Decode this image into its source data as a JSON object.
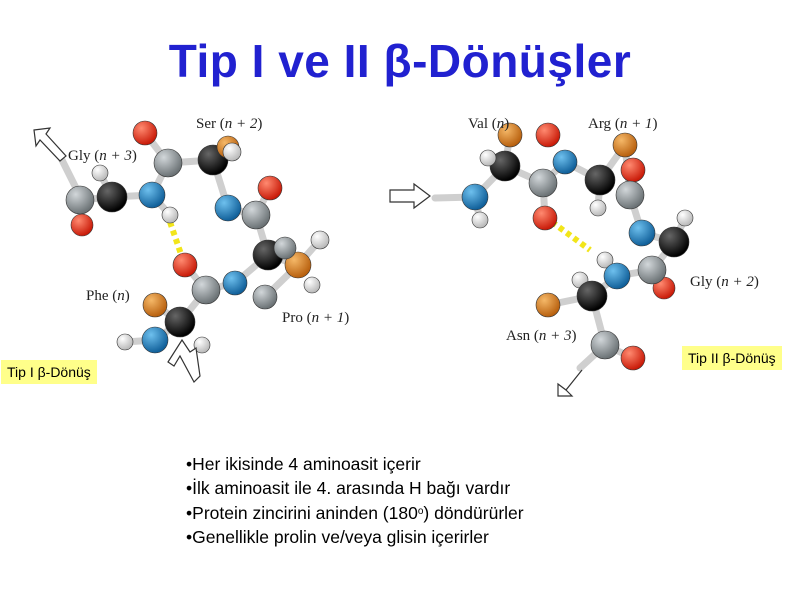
{
  "slide": {
    "title": "Tip I ve II β-Dönüşler",
    "left_figure": {
      "labels": {
        "gly_name": "Gly",
        "gly_index": "n + 3",
        "ser_name": "Ser",
        "ser_index": "n + 2",
        "phe_name": "Phe",
        "phe_index": "n",
        "pro_name": "Pro",
        "pro_index": "n + 1"
      },
      "tag": "Tip I β-Dönüş"
    },
    "right_figure": {
      "labels": {
        "val_name": "Val",
        "val_index": "n",
        "arg_name": "Arg",
        "arg_index": "n + 1",
        "gly_name": "Gly",
        "gly_index": "n + 2",
        "asn_name": "Asn",
        "asn_index": "n + 3"
      },
      "tag": "Tip II β-Dönüş"
    },
    "bullets": [
      "Her ikisinde 4 aminoasit içerir",
      "İlk aminoasit ile 4. arasında H bağı vardır",
      "Protein zincirini aninden (180",
      "Genellikle prolin ve/veya glisin içerirler"
    ],
    "bullet3_sup": "o",
    "bullet3_tail": ") döndürürler",
    "colors": {
      "title": "#2121d0",
      "tag_bg": "#ffff8a",
      "oxygen": "#e8200e",
      "nitrogen": "#1a7fc4",
      "carbon_alpha": "#111111",
      "carbon": "#8c9396",
      "hydrogen": "#f2f2f2",
      "side_chain": "#e07f20",
      "hbond": "#f2e51a"
    }
  }
}
